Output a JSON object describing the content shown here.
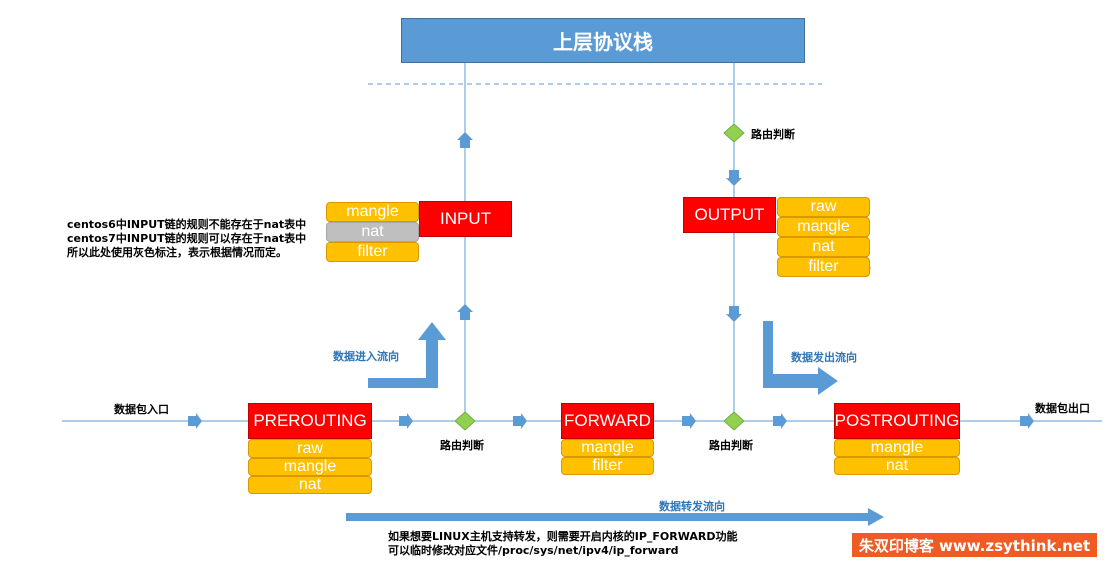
{
  "top_box": {
    "label": "上层协议栈"
  },
  "chains": {
    "input": "INPUT",
    "output": "OUTPUT",
    "prerouting": "PREROUTING",
    "forward": "FORWARD",
    "postrouting": "POSTROUTING"
  },
  "tables": {
    "input": [
      "mangle",
      "nat",
      "filter"
    ],
    "output": [
      "raw",
      "mangle",
      "nat",
      "filter"
    ],
    "prerouting": [
      "raw",
      "mangle",
      "nat"
    ],
    "forward": [
      "mangle",
      "filter"
    ],
    "postrouting": [
      "mangle",
      "nat"
    ]
  },
  "labels": {
    "routing_decision": "路由判断",
    "packet_in": "数据包入口",
    "packet_out": "数据包出口",
    "flow_in": "数据进入流向",
    "flow_out": "数据发出流向",
    "flow_forward": "数据转发流向"
  },
  "notes": {
    "centos": [
      "centos6中INPUT链的规则不能存在于nat表中",
      "centos7中INPUT链的规则可以存在于nat表中",
      "所以此处使用灰色标注，表示根据情况而定。"
    ],
    "forward": [
      "如果想要LINUX主机支持转发，则需要开启内核的IP_FORWARD功能",
      "可以临时修改对应文件/proc/sys/net/ipv4/ip_forward"
    ]
  },
  "watermark": "朱双印博客 www.zsythink.net",
  "colors": {
    "chain_red": "#ff0000",
    "table_orange": "#ffc000",
    "table_gray": "#bfbfbf",
    "line_blue": "#5b9bd5",
    "diamond_green": "#92d050",
    "label_blue": "#2e75b6",
    "watermark_bg": "#f05a23"
  }
}
